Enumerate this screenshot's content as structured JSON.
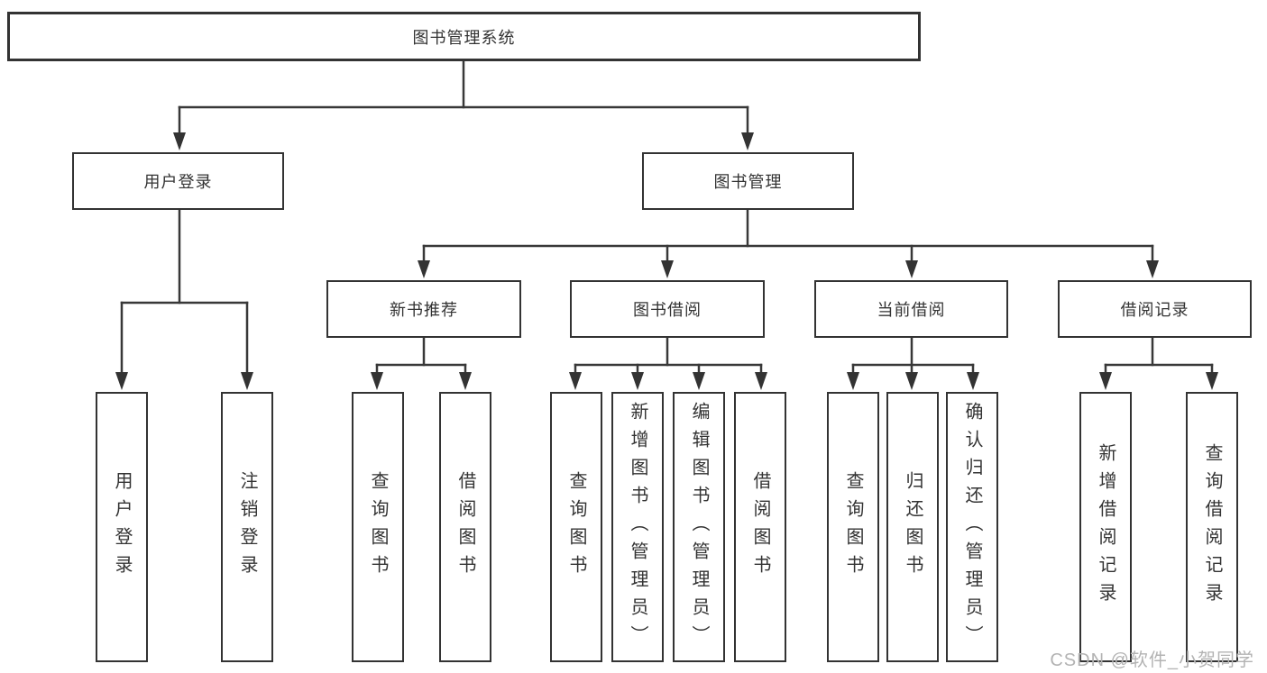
{
  "diagram_title": "图书管理系统",
  "colors": {
    "line": "#383838",
    "box_border": "#333333",
    "text": "#333333",
    "background": "#ffffff",
    "watermark": "#b3b3b3"
  },
  "nodes": {
    "root": {
      "label": "图书管理系统"
    },
    "level2": [
      {
        "label": "用户登录"
      },
      {
        "label": "图书管理"
      }
    ],
    "level3": [
      {
        "label": "新书推荐",
        "parent": "图书管理"
      },
      {
        "label": "图书借阅",
        "parent": "图书管理"
      },
      {
        "label": "当前借阅",
        "parent": "图书管理"
      },
      {
        "label": "借阅记录",
        "parent": "图书管理"
      }
    ],
    "leaves": [
      {
        "label": "用户登录",
        "parent": "用户登录"
      },
      {
        "label": "注销登录",
        "parent": "用户登录"
      },
      {
        "label": "查询图书",
        "parent": "新书推荐"
      },
      {
        "label": "借阅图书",
        "parent": "新书推荐"
      },
      {
        "label": "查询图书",
        "parent": "图书借阅"
      },
      {
        "label": "新增图书（管理员）",
        "parent": "图书借阅"
      },
      {
        "label": "编辑图书（管理员）",
        "parent": "图书借阅"
      },
      {
        "label": "借阅图书",
        "parent": "图书借阅"
      },
      {
        "label": "查询图书",
        "parent": "当前借阅"
      },
      {
        "label": "归还图书",
        "parent": "当前借阅"
      },
      {
        "label": "确认归还（管理员）",
        "parent": "当前借阅"
      },
      {
        "label": "新增借阅记录",
        "parent": "借阅记录"
      },
      {
        "label": "查询借阅记录",
        "parent": "借阅记录"
      }
    ]
  },
  "watermark": {
    "text": "CSDN @软件_小贺同学"
  }
}
